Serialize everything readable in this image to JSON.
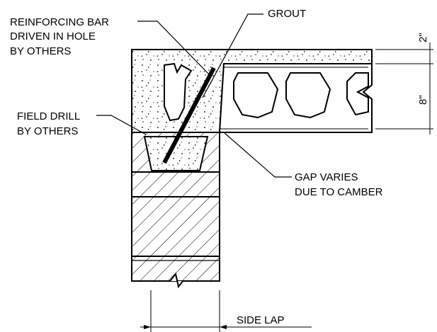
{
  "labels": {
    "reinforcing_bar": [
      "REINFORCING BAR",
      "DRIVEN IN HOLE",
      "BY OTHERS"
    ],
    "grout": "GROUT",
    "field_drill": [
      "FIELD DRILL",
      "BY OTHERS"
    ],
    "gap": [
      "GAP VARIES",
      "DUE TO CAMBER"
    ],
    "side_lap": "SIDE LAP"
  },
  "dimensions": {
    "topping": "2\"",
    "plank": "8\""
  }
}
